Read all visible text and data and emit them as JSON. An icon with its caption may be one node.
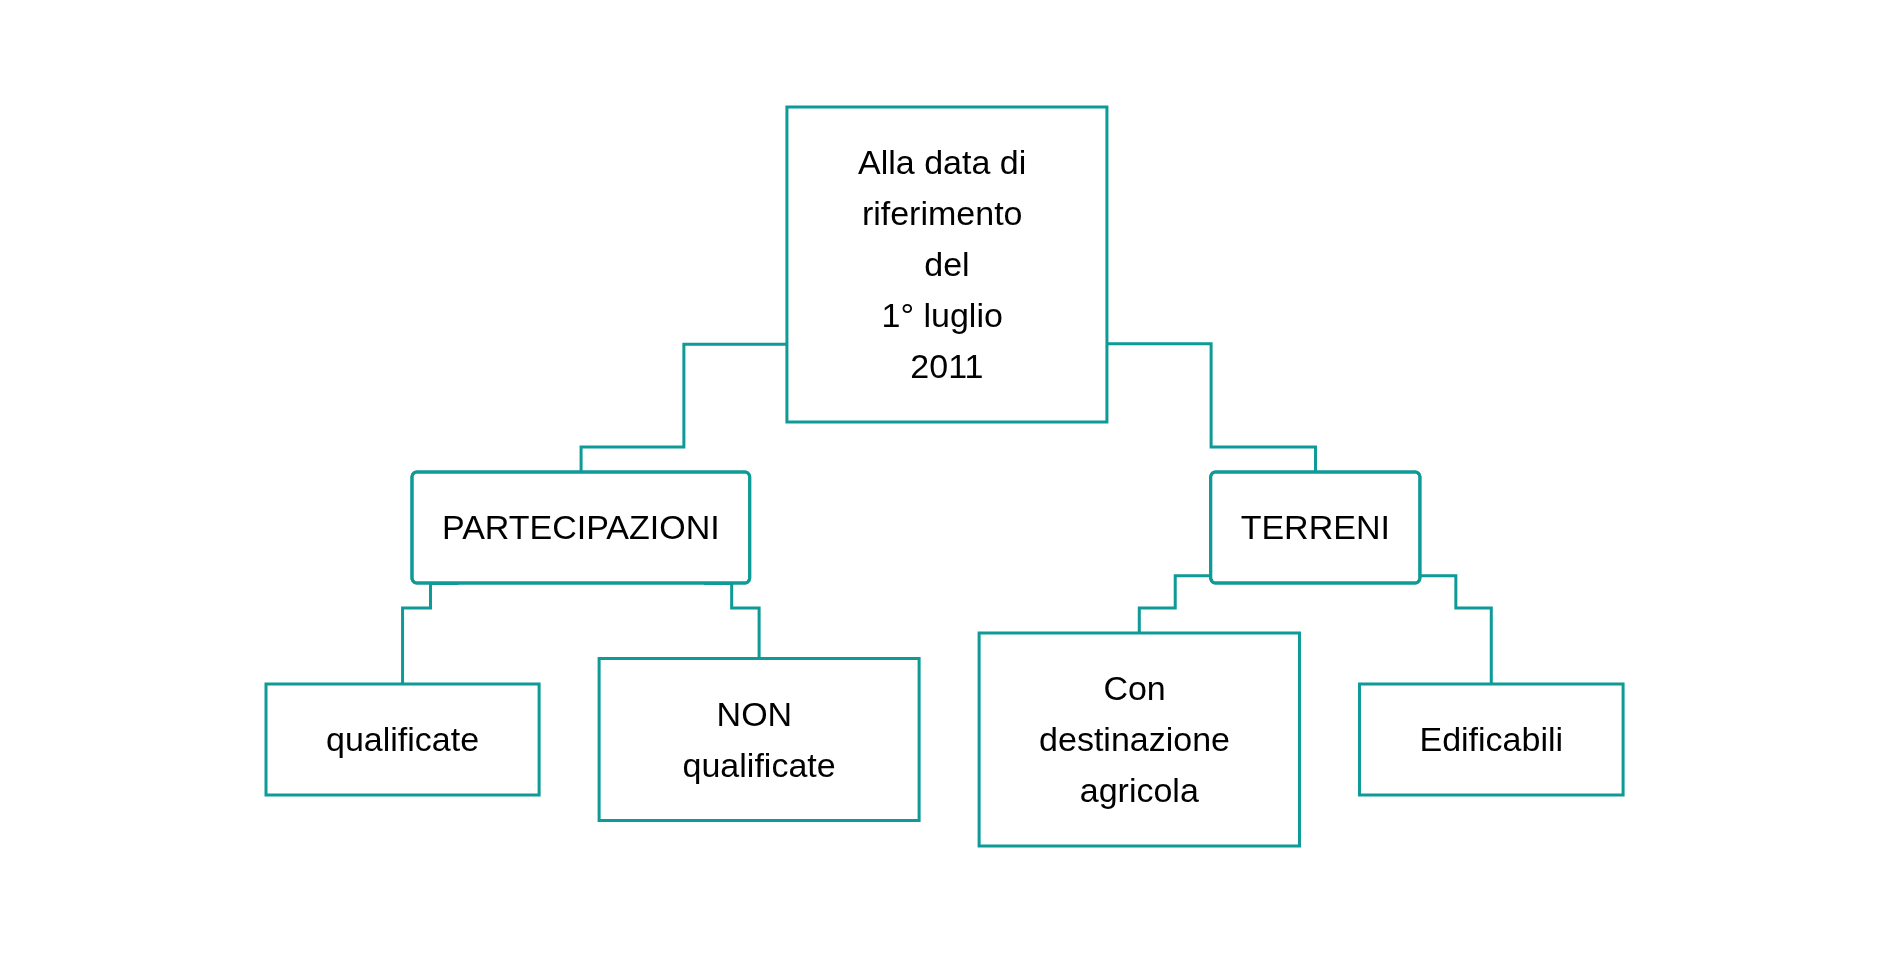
{
  "diagram": {
    "nodes": [
      {
        "text": [
          "Alla data di riferimento del",
          "1° luglio 2011"
        ]
      },
      {
        "text": [
          "PARTECIPAZIONI"
        ]
      },
      {
        "text": [
          "TERRENI"
        ]
      },
      {
        "text": [
          "qualificate"
        ]
      },
      {
        "text": [
          "NON qualificate"
        ]
      },
      {
        "text": [
          "Con destinazione agricola"
        ]
      },
      {
        "text": [
          "Edificabili"
        ]
      }
    ],
    "edges": [
      {
        "from": 0,
        "to": 1,
        "arrow": "none"
      },
      {
        "from": 0,
        "to": 2,
        "arrow": "none"
      },
      {
        "from": 1,
        "to": 3,
        "arrow": "none"
      },
      {
        "from": 1,
        "to": 4,
        "arrow": "none"
      },
      {
        "from": 2,
        "to": 5,
        "arrow": "none"
      },
      {
        "from": 2,
        "to": 6,
        "arrow": "none"
      }
    ]
  }
}
